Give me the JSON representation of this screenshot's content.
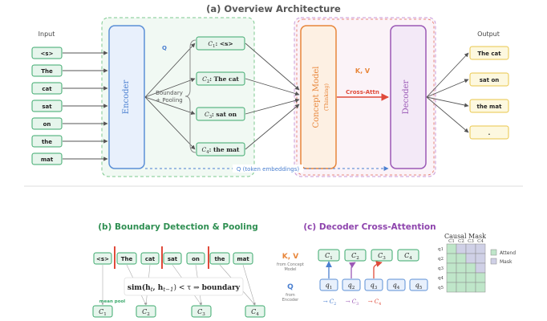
{
  "panel_a": {
    "title": "(a) Overview Architecture",
    "input_label": "Input",
    "output_label": "Output",
    "inputs": [
      "<s>",
      "The",
      "cat",
      "sat",
      "on",
      "the",
      "mat"
    ],
    "encoder_label": "Encoder",
    "q_label": "Q",
    "boundary_label_1": "Boundary",
    "boundary_label_2": "+ Pooling",
    "concepts": [
      {
        "sym": "C",
        "sub": "1",
        "text": ": <s>"
      },
      {
        "sym": "C",
        "sub": "2",
        "text": ": The cat"
      },
      {
        "sym": "C",
        "sub": "3",
        "text": ": sat on"
      },
      {
        "sym": "C",
        "sub": "4",
        "text": ": the mat"
      }
    ],
    "concept_model_label": "Concept Model",
    "concept_model_sub": "(Thinking)",
    "kv_label": "K, V",
    "cross_attn_label": "Cross-Attn",
    "decoder_label": "Decoder",
    "outputs": [
      "The cat",
      "sat on",
      "the mat",
      "."
    ],
    "token_embeddings_label": "Q (token embeddings)"
  },
  "panel_b": {
    "title": "(b) Boundary Detection & Pooling",
    "tokens": [
      "<s>",
      "The",
      "cat",
      "sat",
      "on",
      "the",
      "mat"
    ],
    "formula_lhs": "sim(h",
    "formula_mid": ") < τ ⇒",
    "formula_rhs": "boundary",
    "mean_pool_label": "mean pool",
    "concepts": [
      {
        "sym": "C",
        "sub": "1"
      },
      {
        "sym": "C",
        "sub": "2"
      },
      {
        "sym": "C",
        "sub": "3"
      },
      {
        "sym": "C",
        "sub": "4"
      }
    ]
  },
  "panel_c": {
    "title": "(c) Decoder Cross-Attention",
    "kv_label": "K, V",
    "kv_sub_1": "from Concept",
    "kv_sub_2": "Model",
    "q_label": "Q",
    "q_sub_1": "from",
    "q_sub_2": "Encoder",
    "concepts": [
      {
        "sym": "C",
        "sub": "1"
      },
      {
        "sym": "C",
        "sub": "2"
      },
      {
        "sym": "C",
        "sub": "3"
      },
      {
        "sym": "C",
        "sub": "4"
      }
    ],
    "queries": [
      {
        "sym": "q",
        "sub": "1"
      },
      {
        "sym": "q",
        "sub": "2"
      },
      {
        "sym": "q",
        "sub": "3"
      },
      {
        "sym": "q",
        "sub": "4"
      },
      {
        "sym": "q",
        "sub": "5"
      }
    ],
    "arrow_labels": [
      {
        "sym": "C",
        "sub": "2"
      },
      {
        "sym": "C",
        "sub": "3"
      },
      {
        "sym": "C",
        "sub": "4"
      }
    ],
    "mask": {
      "title": "Causal Mask",
      "cols": [
        "C1",
        "C2",
        "C3",
        "C4"
      ],
      "rows": [
        "q1",
        "q2",
        "q3",
        "q4",
        "q5"
      ],
      "allowed": [
        1,
        2,
        3,
        4,
        4
      ],
      "legend_attend": "Attend",
      "legend_mask": "Mask"
    }
  },
  "colors": {
    "encoder": "#5b8fd6",
    "encoder_fill": "#e8f0fc",
    "concept_model": "#e8863a",
    "concept_fill": "#fdf0e3",
    "decoder": "#9b59b6",
    "decoder_fill": "#f3e9f7",
    "green": "#3aa86b",
    "green_fill": "#e6f5ec",
    "yellow": "#e9c64a",
    "yellow_fill": "#fdf8df",
    "red": "#e04a3a",
    "blue": "#4a7fd0",
    "title_a": "#555555",
    "title_b": "#2f8f52",
    "title_c": "#8e44ad"
  }
}
